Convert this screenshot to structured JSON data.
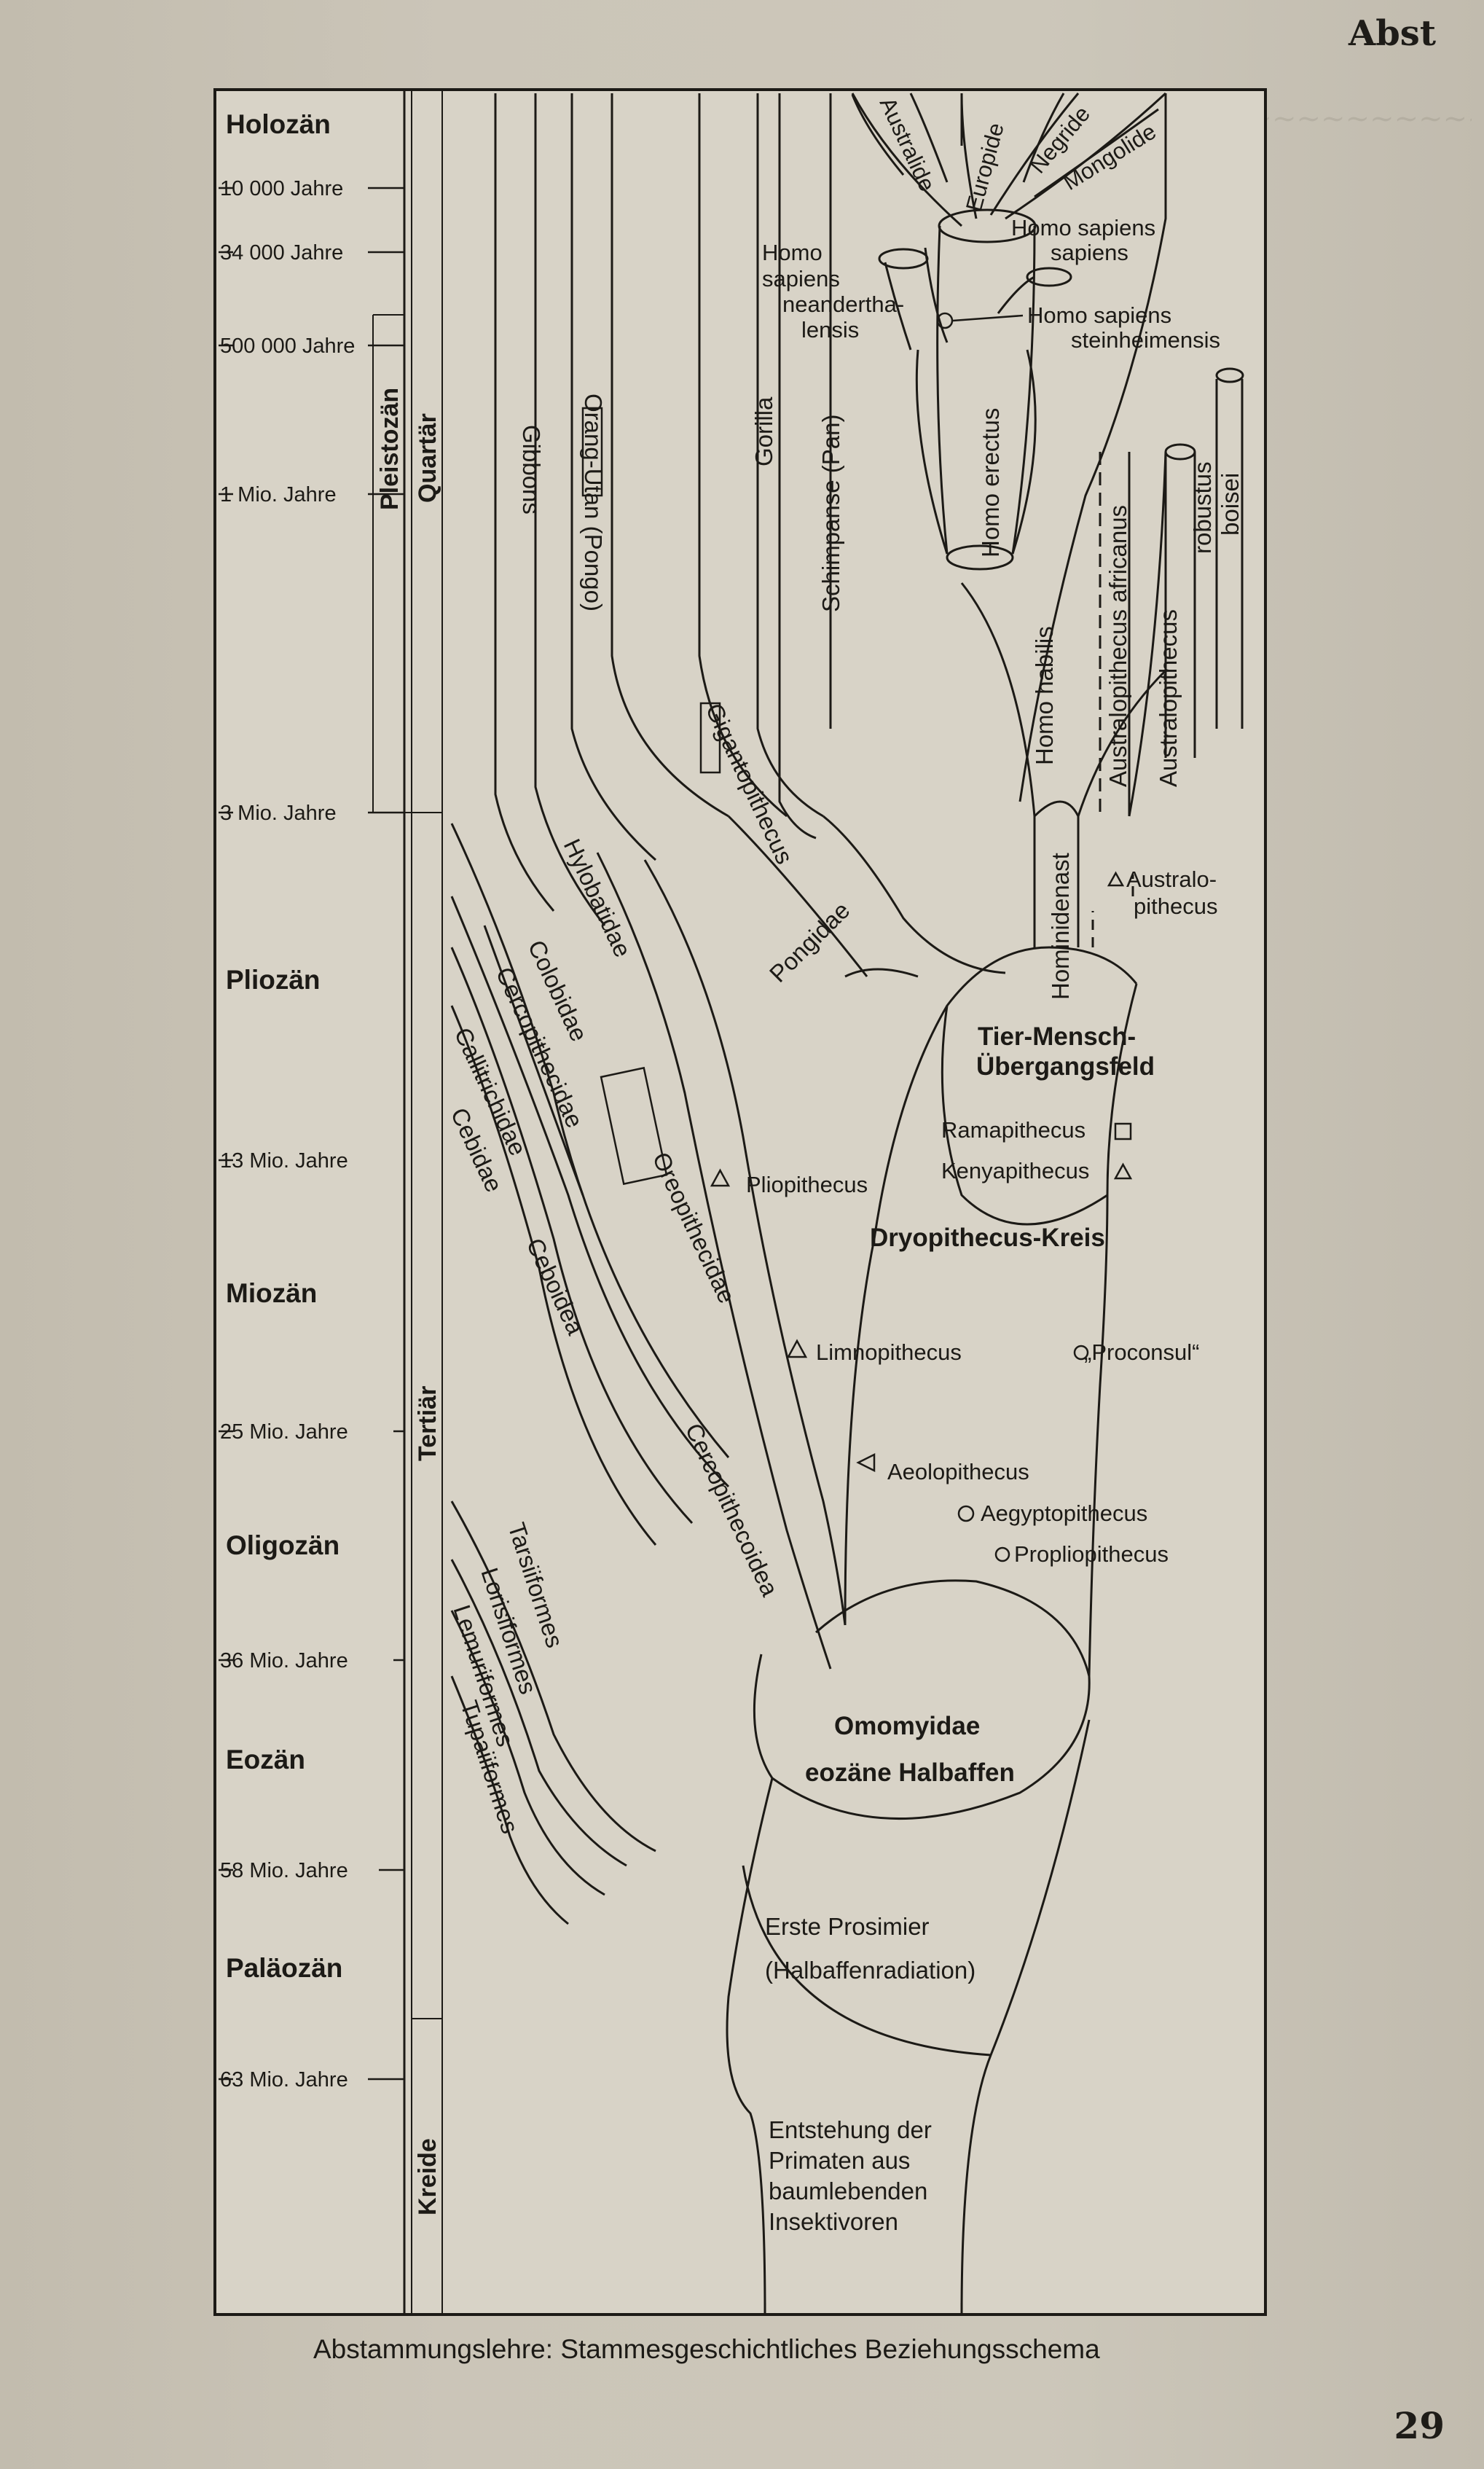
{
  "header": {
    "running_head": "Abst",
    "page_number": "29"
  },
  "diagram": {
    "epochs": [
      "Holozän",
      "Pliozän",
      "Miozän",
      "Oligozän",
      "Eozän",
      "Paläozän"
    ],
    "periods": {
      "quartaer": "Quartär",
      "tertiaer": "Tertiär",
      "kreide": "Kreide",
      "pleistozaen": "Pleistozän"
    },
    "time_marks": [
      "10 000 Jahre",
      "34 000 Jahre",
      "500 000 Jahre",
      "1 Mio. Jahre",
      "3 Mio. Jahre",
      "13 Mio. Jahre",
      "25 Mio. Jahre",
      "36 Mio. Jahre",
      "58 Mio. Jahre",
      "63 Mio. Jahre"
    ],
    "lineages": {
      "gibbons": "Gibbons",
      "orang": "Orang-Utan (Pongo)",
      "gorilla": "Gorilla",
      "schimpanse": "Schimpanse (Pan)",
      "gigantopithecus": "Gigantopithecus",
      "hylobatidae": "Hylobatidae",
      "colobidae": "Colobidae",
      "cercopithecidae": "Cercopithecidae",
      "callitrichidae": "Callitrichidae",
      "cebidae": "Cebidae",
      "ceboidea": "Ceboidea",
      "oreopithecidae": "Oreopithecidae",
      "cercopithecoidea": "Cercopithecoidea",
      "pongidae": "Pongidae",
      "tarsiiformes": "Tarsiiformes",
      "lorisiformes": "Lorisiformes",
      "lemuriformes": "Lemuriformes",
      "tupaiiformes": "Tupaiiformes",
      "homo_erectus": "Homo erectus",
      "homo_habilis": "Homo habilis",
      "australopithecus_africanus": "Australopithecus africanus",
      "australopithecus": "Australopithecus",
      "robustus": "robustus",
      "boisei": "boisei",
      "hominidenast": "Hominidenast"
    },
    "races": [
      "Australide",
      "Europide",
      "Negride",
      "Mongolide"
    ],
    "homo": {
      "sapiens_l1": "Homo sapiens",
      "sapiens_l2": "sapiens",
      "nean_l1": "Homo",
      "nean_l2": "sapiens",
      "nean_l3": "neandertha-",
      "nean_l4": "lensis",
      "stein_l1": "Homo sapiens",
      "stein_l2": "steinheimensis"
    },
    "fossils": {
      "australopithecus_l1": "Australo-",
      "australopithecus_l2": "pithecus",
      "ramapithecus": "Ramapithecus",
      "kenyapithecus": "Kenyapithecus",
      "pliopithecus": "Pliopithecus",
      "limnopithecus": "Limnopithecus",
      "proconsul": "„Proconsul“",
      "aeolopithecus": "Aeolopithecus",
      "aegyptopithecus": "Aegyptopithecus",
      "propliopithecus": "Propliopithecus"
    },
    "regions": {
      "tmu_l1": "Tier-Mensch-",
      "tmu_l2": "Übergangsfeld",
      "dryo": "Dryopithecus-Kreis",
      "omo_l1": "Omomyidae",
      "omo_l2": "eozäne Halbaffen",
      "pros_l1": "Erste Prosimier",
      "pros_l2": "(Halbaffenradiation)",
      "ent_l1": "Entstehung der",
      "ent_l2": "Primaten aus",
      "ent_l3": "baumlebenden",
      "ent_l4": "Insektivoren"
    }
  },
  "caption": "Abstammungslehre: Stammesgeschichtliches Beziehungsschema"
}
